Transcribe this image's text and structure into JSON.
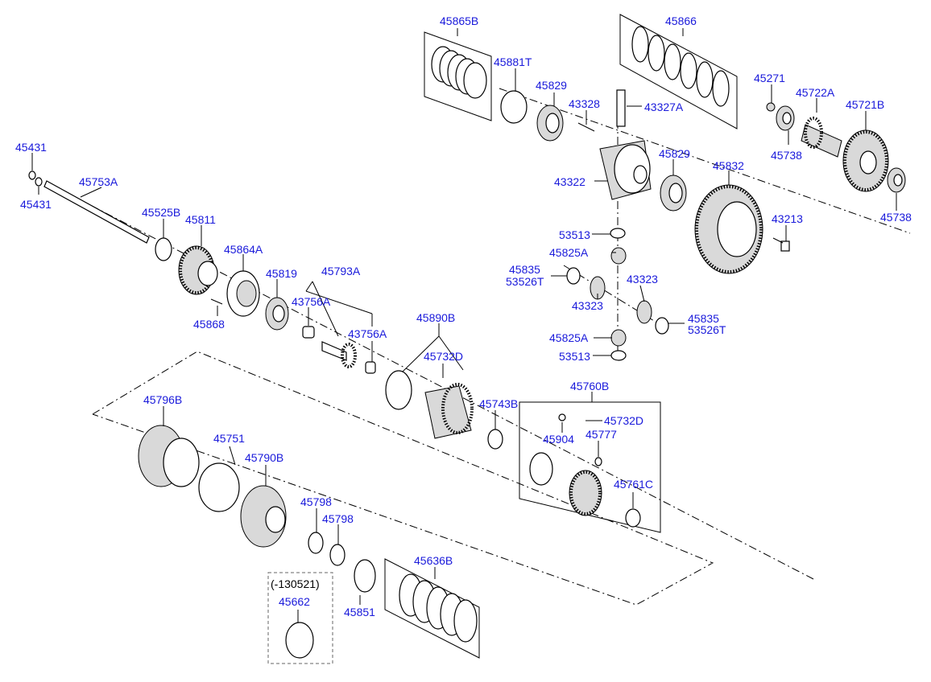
{
  "labels": {
    "l45865B": "45865B",
    "l45881T": "45881T",
    "l45829a": "45829",
    "l43328": "43328",
    "l43327A": "43327A",
    "l45866": "45866",
    "l45271": "45271",
    "l45722A": "45722A",
    "l45721B": "45721B",
    "l45738a": "45738",
    "l45738b": "45738",
    "l43322": "43322",
    "l45829b": "45829",
    "l45832": "45832",
    "l43213": "43213",
    "l45431a": "45431",
    "l45431b": "45431",
    "l45753A": "45753A",
    "l45525B": "45525B",
    "l45811": "45811",
    "l45864A": "45864A",
    "l45819": "45819",
    "l45793A": "45793A",
    "l43756Aa": "43756A",
    "l43756Ab": "43756A",
    "l45868": "45868",
    "l53513a": "53513",
    "l45825Aa": "45825A",
    "l45835a": "45835",
    "l53526Ta": "53526T",
    "l43323a": "43323",
    "l43323b": "43323",
    "l45835b": "45835",
    "l53526Tb": "53526T",
    "l45825Ab": "45825A",
    "l53513b": "53513",
    "l45890B": "45890B",
    "l45732Da": "45732D",
    "l45743B": "45743B",
    "l45760B": "45760B",
    "l45732Db": "45732D",
    "l45904": "45904",
    "l45777": "45777",
    "l45761C": "45761C",
    "l45796B": "45796B",
    "l45751": "45751",
    "l45790B": "45790B",
    "l45798a": "45798",
    "l45798b": "45798",
    "l45636B": "45636B",
    "l45851": "45851",
    "l130521": "(-130521)",
    "l45662": "45662"
  }
}
